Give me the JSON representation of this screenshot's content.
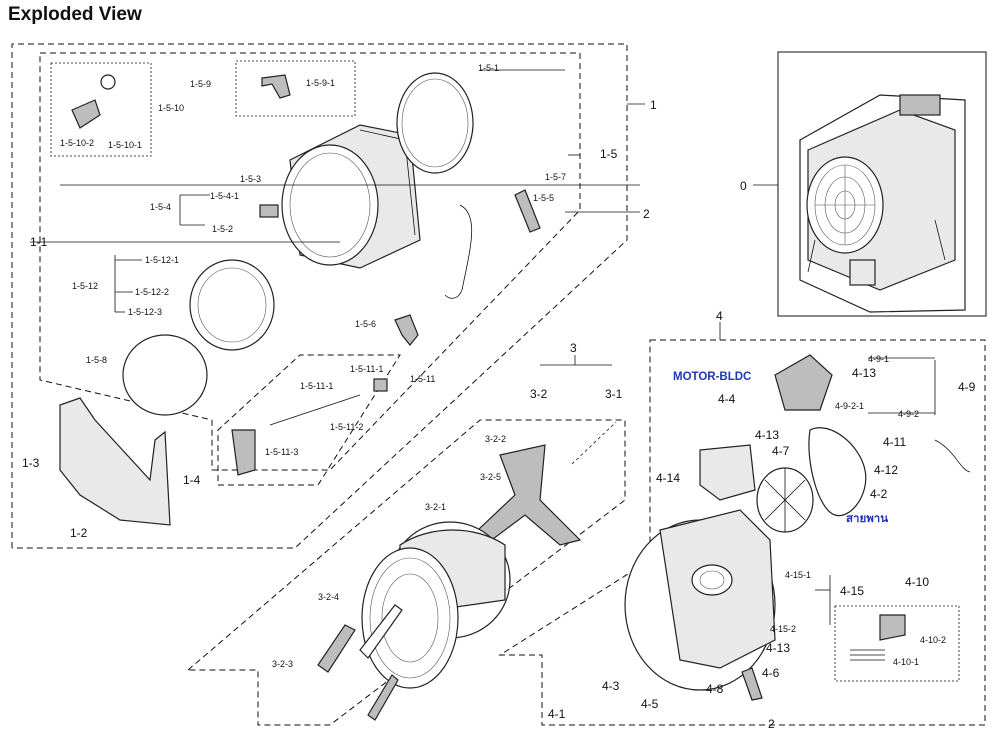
{
  "page_title": "Exploded View",
  "groups": {
    "g0": "0",
    "g1": "1",
    "g2": "2",
    "g3": "3",
    "g4": "4"
  },
  "labels": {
    "l_1_1": "1-1",
    "l_1_2": "1-2",
    "l_1_3": "1-3",
    "l_1_4": "1-4",
    "l_1_5": "1-5",
    "l_1_5_1": "1-5-1",
    "l_1_5_2": "1-5-2",
    "l_1_5_3": "1-5-3",
    "l_1_5_4": "1-5-4",
    "l_1_5_4_1": "1-5-4-1",
    "l_1_5_5": "1-5-5",
    "l_1_5_6": "1-5-6",
    "l_1_5_7": "1-5-7",
    "l_1_5_8": "1-5-8",
    "l_1_5_9": "1-5-9",
    "l_1_5_9_1": "1-5-9-1",
    "l_1_5_10": "1-5-10",
    "l_1_5_10_1": "1-5-10-1",
    "l_1_5_10_2": "1-5-10-2",
    "l_1_5_11": "1-5-11",
    "l_1_5_11_1a": "1-5-11-1",
    "l_1_5_11_1b": "1-5-11-1",
    "l_1_5_11_2": "1-5-11-2",
    "l_1_5_11_3": "1-5-11-3",
    "l_1_5_12": "1-5-12",
    "l_1_5_12_1": "1-5-12-1",
    "l_1_5_12_2": "1-5-12-2",
    "l_1_5_12_3": "1-5-12-3",
    "l_3_1": "3-1",
    "l_3_2": "3-2",
    "l_3_2_1": "3-2-1",
    "l_3_2_2": "3-2-2",
    "l_3_2_3": "3-2-3",
    "l_3_2_4": "3-2-4",
    "l_3_2_5": "3-2-5",
    "l_4_1": "4-1",
    "l_4_2": "4-2",
    "l_4_3": "4-3",
    "l_4_4": "4-4",
    "l_4_5": "4-5",
    "l_4_6": "4-6",
    "l_4_7": "4-7",
    "l_4_8": "4-8",
    "l_4_9": "4-9",
    "l_4_9_1": "4-9-1",
    "l_4_9_2": "4-9-2",
    "l_4_9_2_1": "4-9-2-1",
    "l_4_10": "4-10",
    "l_4_10_1": "4-10-1",
    "l_4_10_2": "4-10-2",
    "l_4_11": "4-11",
    "l_4_12": "4-12",
    "l_4_13a": "4-13",
    "l_4_13b": "4-13",
    "l_4_13c": "4-13",
    "l_4_14": "4-14",
    "l_4_15": "4-15",
    "l_4_15_1": "4-15-1",
    "l_4_15_2": "4-15-2",
    "l_2a": "2",
    "l_2b": "2"
  },
  "annotations": {
    "motor": "MOTOR-BLDC",
    "belt": "สายพาน"
  },
  "colors": {
    "annotation_blue": "#2236b8"
  }
}
